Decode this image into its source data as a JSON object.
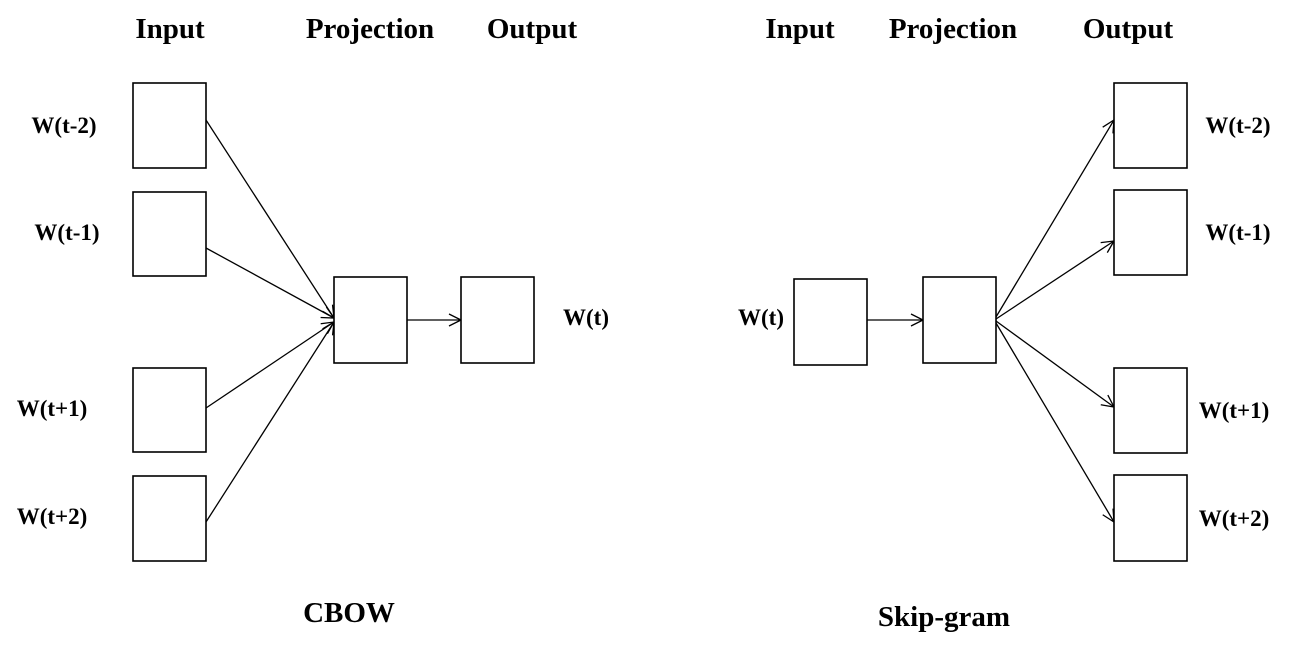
{
  "cbow": {
    "headers": {
      "input": "Input",
      "projection": "Projection",
      "output": "Output"
    },
    "inputs": [
      "W(t-2)",
      "W(t-1)",
      "W(t+1)",
      "W(t+2)"
    ],
    "output": "W(t)",
    "caption": "CBOW"
  },
  "skipgram": {
    "headers": {
      "input": "Input",
      "projection": "Projection",
      "output": "Output"
    },
    "input": "W(t)",
    "outputs": [
      "W(t-2)",
      "W(t-1)",
      "W(t+1)",
      "W(t+2)"
    ],
    "caption": "Skip-gram"
  }
}
